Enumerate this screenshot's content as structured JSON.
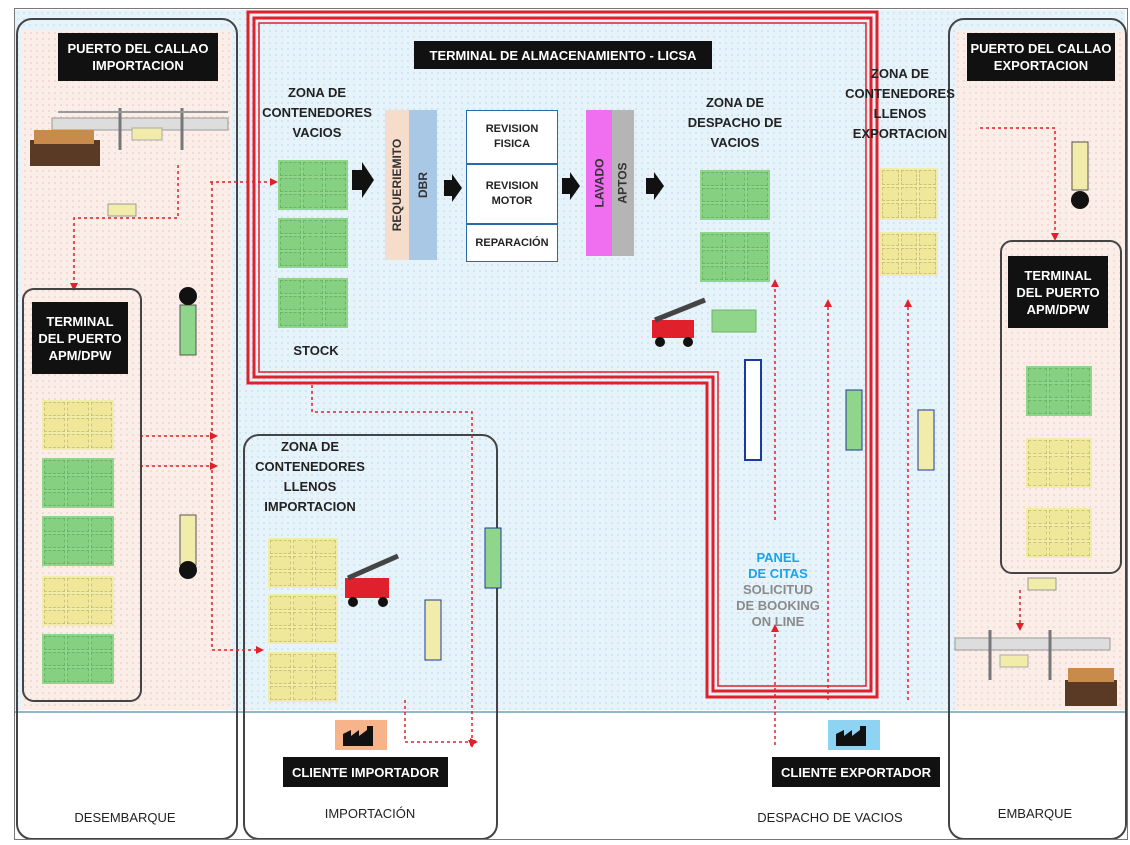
{
  "title": "TERMINAL DE ALMACENAMIENTO - LICSA",
  "port_import": "PUERTO DEL CALLAO\nIMPORTACION",
  "port_export": "PUERTO DEL CALLAO\nEXPORTACION",
  "terminal_left": "TERMINAL\nDEL PUERTO\nAPM/DPW",
  "terminal_right": "TERMINAL\nDEL PUERTO\nAPM/DPW",
  "zones": {
    "empty": "ZONA DE\nCONTENEDORES\nVACIOS",
    "stock": "STOCK",
    "dispatch": "ZONA DE\nDESPACHO DE\nVACIOS",
    "full_export": "ZONA DE\nCONTENEDORES\nLLENOS\nEXPORTACION",
    "full_import": "ZONA DE\nCONTENEDORES\nLLENOS\nIMPORTACION"
  },
  "process": {
    "requerimiento": "REQUERIEMITO",
    "dbr": "DBR",
    "revision_fisica": "REVISION\nFISICA",
    "revision_motor": "REVISION\nMOTOR",
    "reparacion": "REPARACIÓN",
    "lavado": "LAVADO",
    "aptos": "APTOS"
  },
  "panel": {
    "line1": "PANEL",
    "line2": "DE CITAS",
    "line3": "SOLICITUD",
    "line4": "DE BOOKING",
    "line5": "ON LINE"
  },
  "clients": {
    "importer": "CLIENTE IMPORTADOR",
    "exporter": "CLIENTE EXPORTADOR"
  },
  "sections": {
    "desembarque": "DESEMBARQUE",
    "importacion": "IMPORTACIÓN",
    "despacho": "DESPACHO DE VACIOS",
    "embarque": "EMBARQUE"
  },
  "colors": {
    "frame_red": "#e0202a",
    "flow_red": "#e0202a",
    "panel_blue": "#1aa3e8",
    "panel_grey": "#8a8a8a",
    "lavado": "#f06ef0",
    "aptos": "#b5b5b5",
    "requerimiento": "#f6dccb",
    "dbr": "#a9c8e6"
  }
}
